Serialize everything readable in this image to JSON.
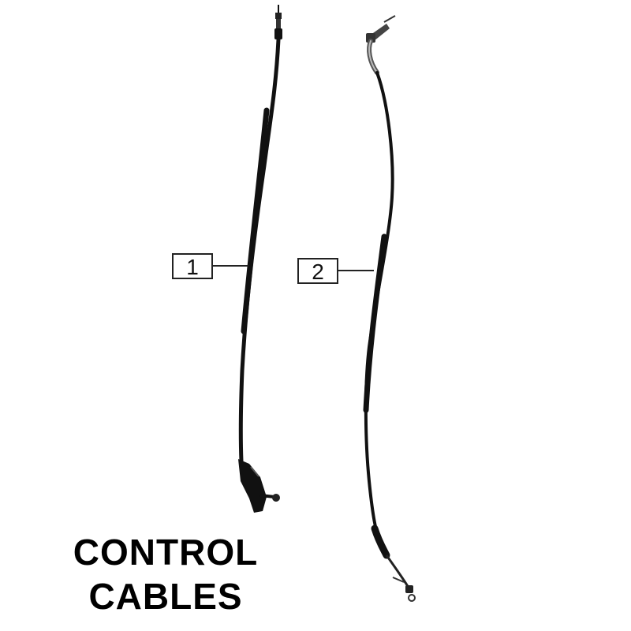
{
  "callouts": [
    {
      "label": "1"
    },
    {
      "label": "2"
    }
  ],
  "title": {
    "line1": "CONTROL",
    "line2": "CABLES"
  },
  "colors": {
    "cable": "#111111",
    "callout_border": "#222222",
    "background": "#ffffff"
  }
}
